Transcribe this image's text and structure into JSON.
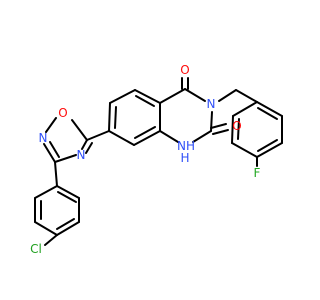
{
  "molecule": {
    "colors": {
      "bond": "#000000",
      "O": "#ff0d0d",
      "N": "#3050f8",
      "F": "#23a823",
      "Cl": "#1fa01f"
    },
    "atom_labels": {
      "o_carbonyl_top": "O",
      "n3": "N",
      "o_carbonyl_right": "O",
      "nh": "NH",
      "h_of_nh": "H",
      "o_oxadiazole": "O",
      "n_oxadiazole_top": "N",
      "n_oxadiazole_right": "N",
      "fluorine": "F",
      "chlorine": "Cl"
    }
  }
}
